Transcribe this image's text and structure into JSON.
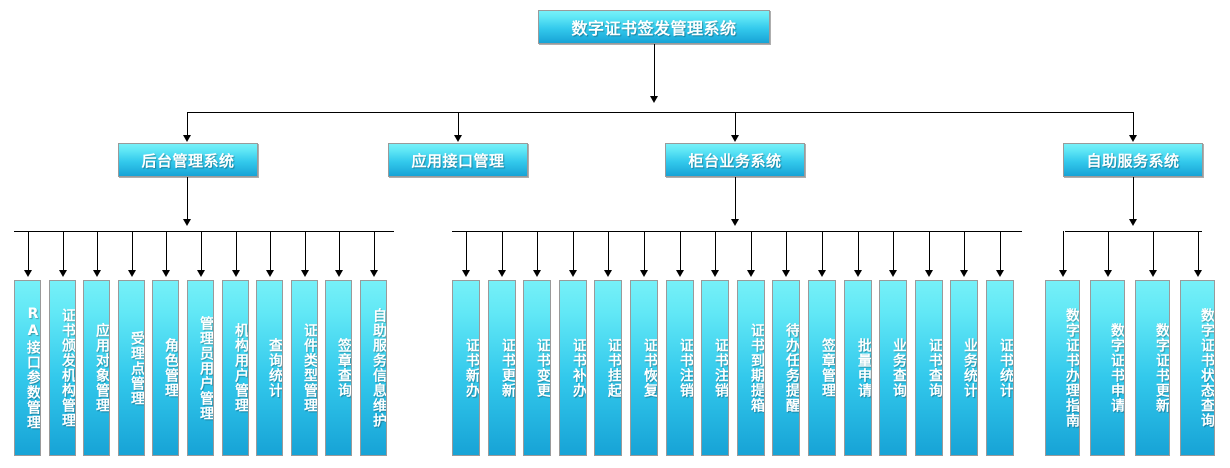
{
  "diagram": {
    "title": "数字证书签发管理系统",
    "type": "system-architecture-tree",
    "root": {
      "label": "数字证书签发管理系统"
    },
    "level2": [
      {
        "label": "后台管理系统"
      },
      {
        "label": "应用接口管理"
      },
      {
        "label": "柜台业务系统"
      },
      {
        "label": "自助服务系统"
      }
    ],
    "groups": [
      {
        "parent": "后台管理系统",
        "items": [
          {
            "label": "RA接口参数管理"
          },
          {
            "label": "证书颁发机构管理"
          },
          {
            "label": "应用对象管理"
          },
          {
            "label": "受理点管理"
          },
          {
            "label": "角色管理"
          },
          {
            "label": "管理员用户管理"
          },
          {
            "label": "机构用户管理"
          },
          {
            "label": "查询统计"
          },
          {
            "label": "证件类型管理"
          },
          {
            "label": "签章查询"
          },
          {
            "label": "自助服务信息维护"
          }
        ]
      },
      {
        "parent": "应用接口管理",
        "items": []
      },
      {
        "parent": "柜台业务系统",
        "items": [
          {
            "label": "证书新办"
          },
          {
            "label": "证书更新"
          },
          {
            "label": "证书变更"
          },
          {
            "label": "证书补办"
          },
          {
            "label": "证书挂起"
          },
          {
            "label": "证书恢复"
          },
          {
            "label": "证书注销"
          },
          {
            "label": "证书注销"
          },
          {
            "label": "证书到期提箱"
          },
          {
            "label": "待办任务提醒"
          },
          {
            "label": "签章管理"
          },
          {
            "label": "批量申请"
          },
          {
            "label": "业务查询"
          },
          {
            "label": "证书查询"
          },
          {
            "label": "业务统计"
          },
          {
            "label": "证书统计"
          }
        ]
      },
      {
        "parent": "自助服务系统",
        "items": [
          {
            "label": "数字证书办理指南"
          },
          {
            "label": "数字证书申请"
          },
          {
            "label": "数字证书更新"
          },
          {
            "label": "数字证书状态查询"
          }
        ]
      }
    ],
    "colors": {
      "box_top": "#76f0f8",
      "box_bottom": "#17a3d6",
      "box_border": "#9a9a9a",
      "text": "#ffffff",
      "connector": "#000000",
      "background": "#ffffff"
    }
  }
}
